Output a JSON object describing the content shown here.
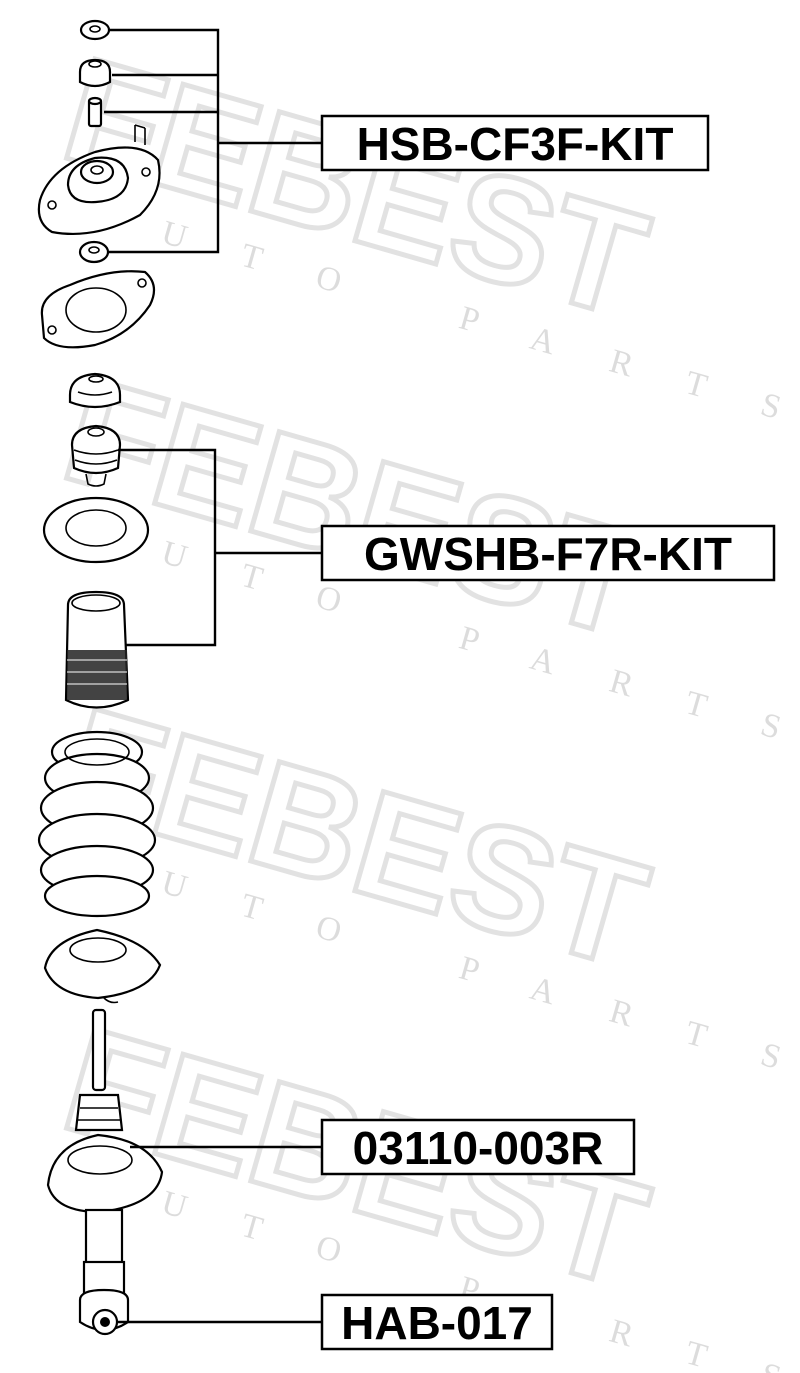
{
  "watermark": {
    "brand": "FEBEST",
    "sub": "AUTO PARTS"
  },
  "labels": {
    "kit1": "HSB-CF3F-KIT",
    "kit2": "GWSHB-F7R-KIT",
    "strut": "03110-003R",
    "bushing": "HAB-017"
  }
}
